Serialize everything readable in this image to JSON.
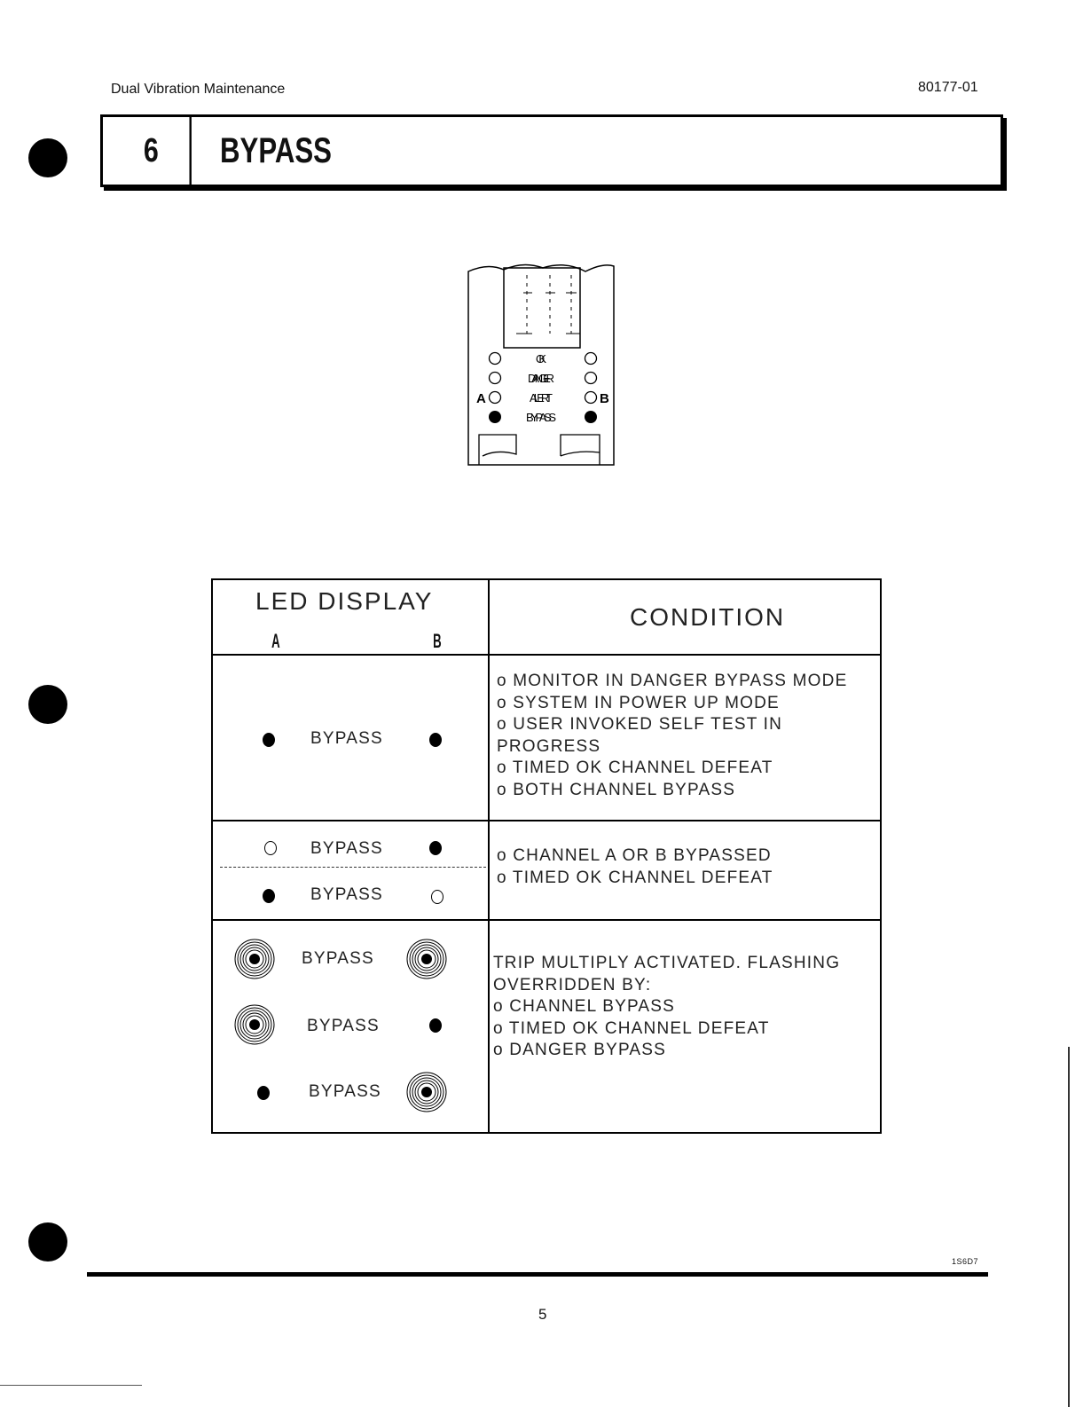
{
  "header": {
    "left": "Dual Vibration Maintenance",
    "right": "80177-01"
  },
  "section": {
    "number": "6",
    "title": "BYPASS"
  },
  "module_panel": {
    "labels": [
      "OK",
      "DANGER",
      "ALERT",
      "BYPASS"
    ],
    "left_channel": "A",
    "right_channel": "B"
  },
  "table": {
    "led_header": "LED DISPLAY",
    "col_a": "A",
    "col_b": "B",
    "condition_header": "CONDITION",
    "bypass_label": "BYPASS",
    "row1_conditions": [
      "o  MONITOR  IN  DANGER  BYPASS  MODE",
      "o  SYSTEM  IN  POWER  UP  MODE",
      "o  USER  INVOKED  SELF  TEST  IN",
      "    PROGRESS",
      "o  TIMED  OK  CHANNEL  DEFEAT",
      "o  BOTH  CHANNEL  BYPASS"
    ],
    "row2_conditions": [
      "o  CHANNEL  A  OR  B  BYPASSED",
      "o  TIMED  OK  CHANNEL  DEFEAT"
    ],
    "row3_conditions": [
      "TRIP  MULTIPLY  ACTIVATED.    FLASHING",
      "OVERRIDDEN  BY:",
      "o  CHANNEL  BYPASS",
      "o  TIMED  OK  CHANNEL  DEFEAT",
      "o  DANGER  BYPASS"
    ]
  },
  "footer": {
    "code": "1S6D7",
    "page": "5"
  }
}
